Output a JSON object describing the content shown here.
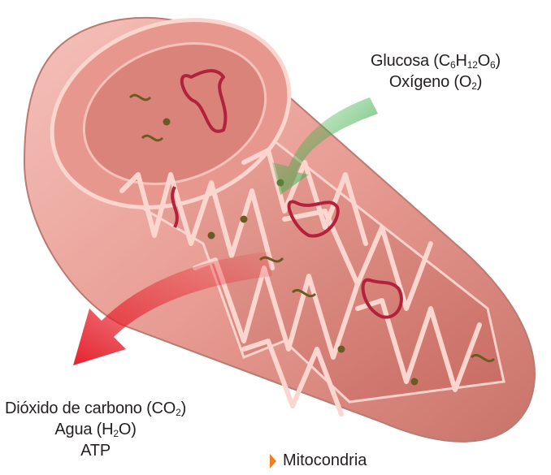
{
  "figure": {
    "caption": "Mitocondria",
    "colors": {
      "membrane_outer": "#e8a49c",
      "membrane_inner": "#f2b3ab",
      "matrix": "#d87d74",
      "cristae_edge": "#fbd6cf",
      "dna": "#b2223a",
      "ribosome": "#6b5a22",
      "input_arrow": "#3fae49",
      "output_arrow": "#e5232e",
      "caption_marker": "#f07f1e"
    }
  },
  "inputs": {
    "glucose_name": "Glucosa (C",
    "glucose_c": "6",
    "glucose_h": "H",
    "glucose_h_sub": "12",
    "glucose_o": "O",
    "glucose_o_sub": "6",
    "glucose_close": ")",
    "oxygen_name": "Oxígeno (O",
    "oxygen_sub": "2",
    "oxygen_close": ")"
  },
  "outputs": {
    "co2_name": "Dióxido de carbono (CO",
    "co2_sub": "2",
    "co2_close": ")",
    "water_name": "Agua (H",
    "water_sub": "2",
    "water_close": "O)",
    "atp": "ATP"
  }
}
